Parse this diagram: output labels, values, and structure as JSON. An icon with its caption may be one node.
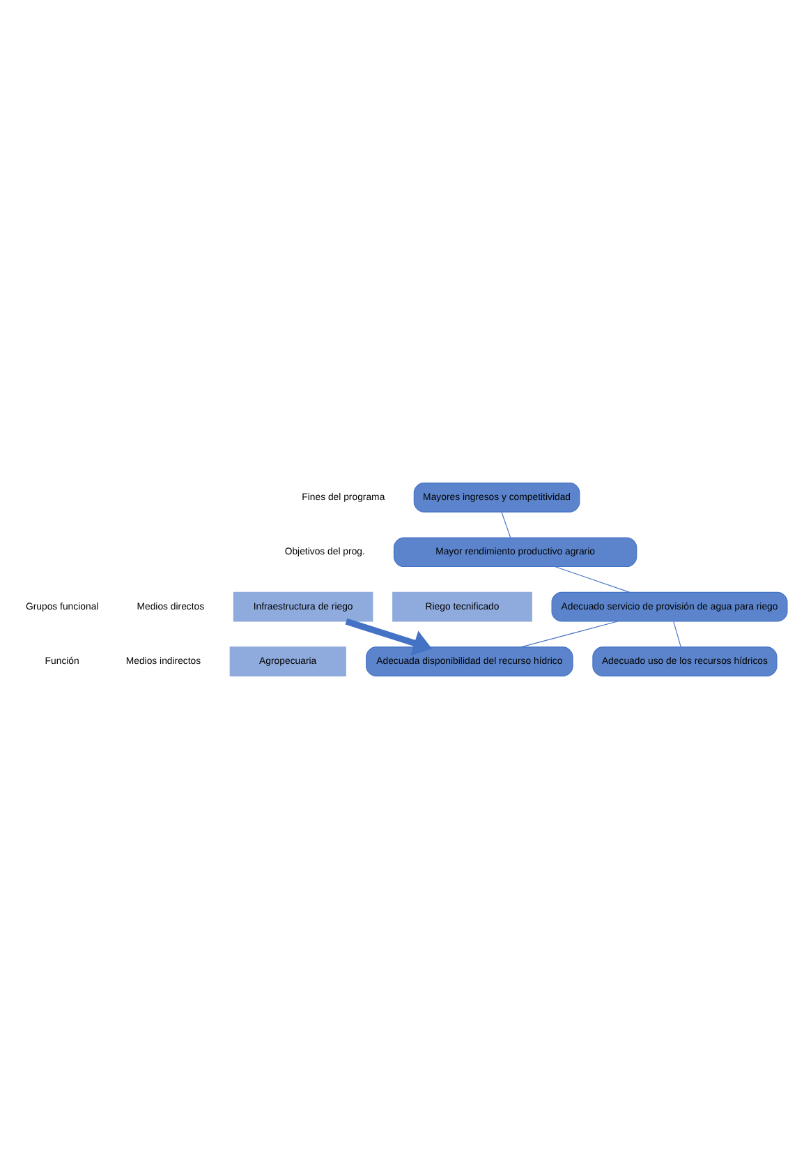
{
  "diagram": {
    "nodes": [
      {
        "text": [
          "Mayores ingresos y competitividad"
        ]
      },
      {
        "text": [
          "Mayor rendimiento productivo agrario"
        ]
      },
      {
        "text": [
          "Adecuado servicio de provisión de agua para riego"
        ]
      },
      {
        "text": [
          "Adecuada disponibilidad del recurso hídrico"
        ]
      },
      {
        "text": [
          "Adecuado uso de los recursos hídricos"
        ]
      },
      {
        "text": [
          "Infraestructura de riego"
        ]
      },
      {
        "text": [
          "Riego tecnificado"
        ]
      },
      {
        "text": [
          "Agropecuaria"
        ]
      }
    ],
    "edges": [
      {
        "from": 0,
        "to": 1,
        "arrow": "none"
      },
      {
        "from": 1,
        "to": 2,
        "arrow": "none"
      },
      {
        "from": 2,
        "to": 3,
        "arrow": "none"
      },
      {
        "from": 2,
        "to": 4,
        "arrow": "none"
      },
      {
        "from": 5,
        "to": 3,
        "arrow": "to",
        "style": "thick",
        "color": "#4472c4"
      }
    ],
    "labels": [
      "Fines del programa",
      "Objetivos del prog.",
      "Medios directos",
      "Medios indirectos",
      "Grupos funcional",
      "Función"
    ]
  }
}
